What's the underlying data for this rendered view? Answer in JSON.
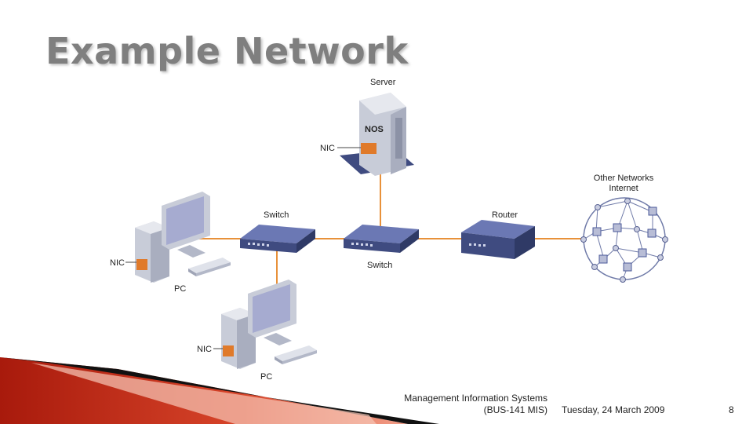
{
  "slide": {
    "title": "Example Network"
  },
  "diagram": {
    "labels": {
      "server": "Server",
      "nos": "NOS",
      "server_nic": "NIC",
      "switch_left": "Switch",
      "switch_right": "Switch",
      "router": "Router",
      "cloud_line1": "Other Networks",
      "cloud_line2": "Internet",
      "pc1_nic": "NIC",
      "pc1": "PC",
      "pc2_nic": "NIC",
      "pc2": "PC"
    },
    "colors": {
      "link": "#e8913a",
      "device": "#4b5a9a",
      "nic": "#e07a2a",
      "title": "#7f7f7f"
    }
  },
  "footer": {
    "course_line1": "Management Information Systems",
    "course_line2": "(BUS-141 MIS)",
    "date": "Tuesday, 24 March 2009",
    "page": "8"
  }
}
